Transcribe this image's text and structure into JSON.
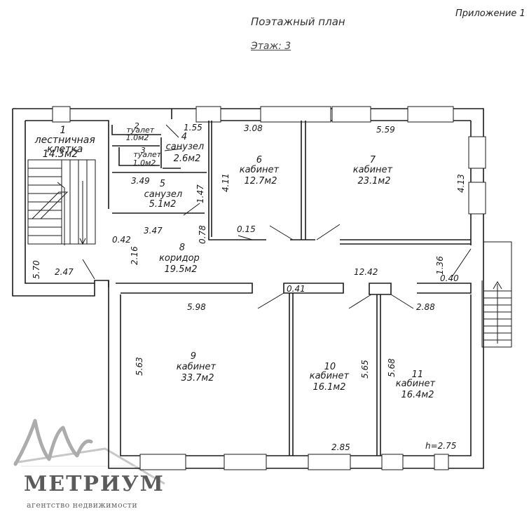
{
  "header": {
    "appendix": "Приложение 1",
    "title": "Поэтажный план",
    "floor": "Этаж: 3"
  },
  "rooms": [
    {
      "id": "r1",
      "lines": [
        "1",
        "лестничная",
        "клетка",
        "14.3м2"
      ]
    },
    {
      "id": "r2",
      "lines": [
        "2",
        "туалет",
        "1.0м2"
      ]
    },
    {
      "id": "r3",
      "lines": [
        "3",
        "туалет",
        "1.0м2"
      ]
    },
    {
      "id": "r4",
      "lines": [
        "4",
        "санузел",
        "2.6м2"
      ]
    },
    {
      "id": "r5",
      "lines": [
        "5",
        "санузел",
        "5.1м2"
      ]
    },
    {
      "id": "r6",
      "lines": [
        "6",
        "кабинет",
        "12.7м2"
      ]
    },
    {
      "id": "r7",
      "lines": [
        "7",
        "кабинет",
        "23.1м2"
      ]
    },
    {
      "id": "r8",
      "lines": [
        "8",
        "коридор",
        "19.5м2"
      ]
    },
    {
      "id": "r9",
      "lines": [
        "9",
        "кабинет",
        "33.7м2"
      ]
    },
    {
      "id": "r10",
      "lines": [
        "10",
        "кабинет",
        "16.1м2"
      ]
    },
    {
      "id": "r11",
      "lines": [
        "11",
        "кабинет",
        "16.4м2"
      ]
    }
  ],
  "dimensions": [
    {
      "id": "d1",
      "text": "1.55"
    },
    {
      "id": "d2",
      "text": "3.08"
    },
    {
      "id": "d3",
      "text": "5.59"
    },
    {
      "id": "d4",
      "text": "4.11"
    },
    {
      "id": "d5",
      "text": "4.13"
    },
    {
      "id": "d6",
      "text": "3.49"
    },
    {
      "id": "d7",
      "text": "1.47"
    },
    {
      "id": "d8",
      "text": "3.47"
    },
    {
      "id": "d9",
      "text": "0.78"
    },
    {
      "id": "d10",
      "text": "0.15"
    },
    {
      "id": "d11",
      "text": "0.42"
    },
    {
      "id": "d12",
      "text": "2.16"
    },
    {
      "id": "d13",
      "text": "5.70"
    },
    {
      "id": "d14",
      "text": "2.47"
    },
    {
      "id": "d15",
      "text": "12.42"
    },
    {
      "id": "d16",
      "text": "1.36"
    },
    {
      "id": "d17",
      "text": "0.40"
    },
    {
      "id": "d18",
      "text": "0.41"
    },
    {
      "id": "d19",
      "text": "5.98"
    },
    {
      "id": "d20",
      "text": "2.88"
    },
    {
      "id": "d21",
      "text": "5.63"
    },
    {
      "id": "d22",
      "text": "5.65"
    },
    {
      "id": "d23",
      "text": "5.68"
    },
    {
      "id": "d24",
      "text": "2.85"
    },
    {
      "id": "d25",
      "text": "h=2.75"
    }
  ],
  "logo": {
    "name": "МЕТРИУМ",
    "tagline": "агентство недвижимости"
  }
}
